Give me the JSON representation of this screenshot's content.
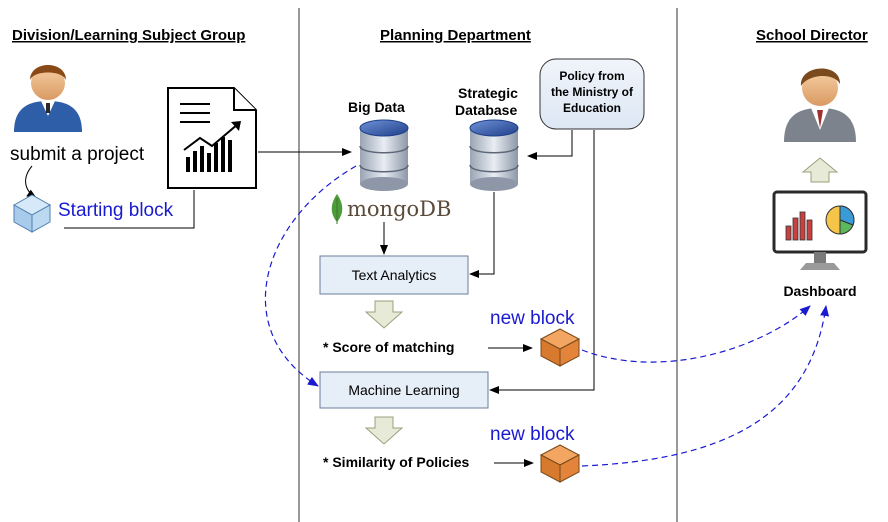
{
  "headers": {
    "division": "Division/Learning Subject Group",
    "planning": "Planning Department",
    "director": "School Director"
  },
  "left": {
    "submit": "submit a project",
    "starting_block": "Starting block"
  },
  "middle": {
    "big_data": "Big Data",
    "strategic_line1": "Strategic",
    "strategic_line2": "Database",
    "policy_line1": "Policy from",
    "policy_line2": "the Ministry of",
    "policy_line3": "Education",
    "mongodb": "mongoDB",
    "text_analytics": "Text Analytics",
    "score": "* Score of matching",
    "new_block_1": "new block",
    "machine_learning": "Machine Learning",
    "similarity": "* Similarity of Policies",
    "new_block_2": "new block"
  },
  "right": {
    "dashboard": "Dashboard"
  },
  "colors": {
    "accent_blue": "#1a1ad0",
    "box_fill": "#e6eef8",
    "box_border": "#6b7d99",
    "block_orange": "#e3843a",
    "cube_blue": "#bcd9f2",
    "db_blue": "#3a5fa8",
    "mongo_green": "#4d9b3a"
  }
}
